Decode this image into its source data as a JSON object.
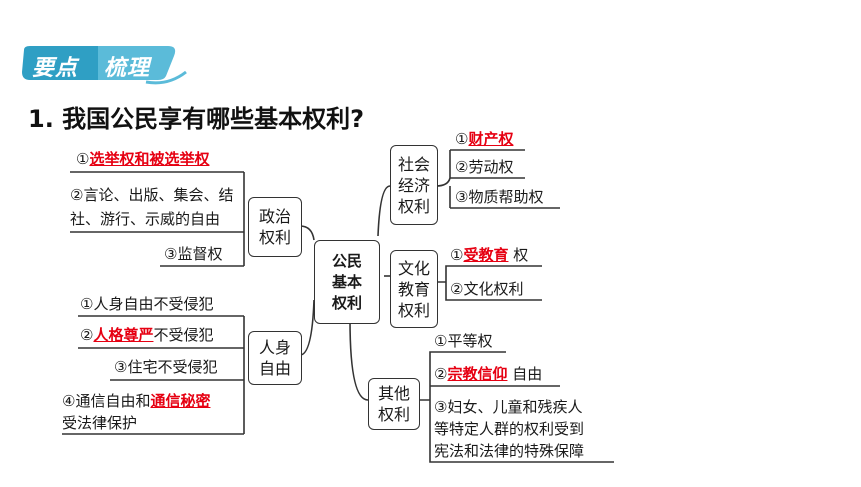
{
  "header": {
    "badge_part1": "要点",
    "badge_part2": "梳理"
  },
  "title": "1. 我国公民享有哪些基本权利?",
  "center": {
    "line1": "公民",
    "line2": "基本",
    "line3": "权利"
  },
  "political": {
    "label1": "政治",
    "label2": "权利",
    "item1": {
      "num": "①",
      "text": "选举权和被选举权"
    },
    "item2": {
      "line1": "②言论、出版、集会、结",
      "line2": "社、游行、示威的自由"
    },
    "item3": "③监督权"
  },
  "personal": {
    "label1": "人身",
    "label2": "自由",
    "item1": "①人身自由不受侵犯",
    "item2": {
      "num": "②",
      "highlight": "人格尊严",
      "rest": "不受侵犯"
    },
    "item3": "③住宅不受侵犯",
    "item4": {
      "prefix": "④通信自由和",
      "highlight": "通信秘密",
      "line2": "受法律保护"
    }
  },
  "social": {
    "label1": "社会",
    "label2": "经济",
    "label3": "权利",
    "item1": {
      "num": "①",
      "highlight": "财产权"
    },
    "item2": "②劳动权",
    "item3": "③物质帮助权"
  },
  "cultural": {
    "label1": "文化",
    "label2": "教育",
    "label3": "权利",
    "item1": {
      "num": "①",
      "highlight": "受教育",
      "rest": "权"
    },
    "item2": "②文化权利"
  },
  "other": {
    "label1": "其他",
    "label2": "权利",
    "item1": "①平等权",
    "item2": {
      "num": "②",
      "highlight": "宗教信仰",
      "rest": "自由"
    },
    "item3": {
      "line1": "③妇女、儿童和残疾人",
      "line2": "等特定人群的权利受到",
      "line3": "宪法和法律的特殊保障"
    }
  }
}
